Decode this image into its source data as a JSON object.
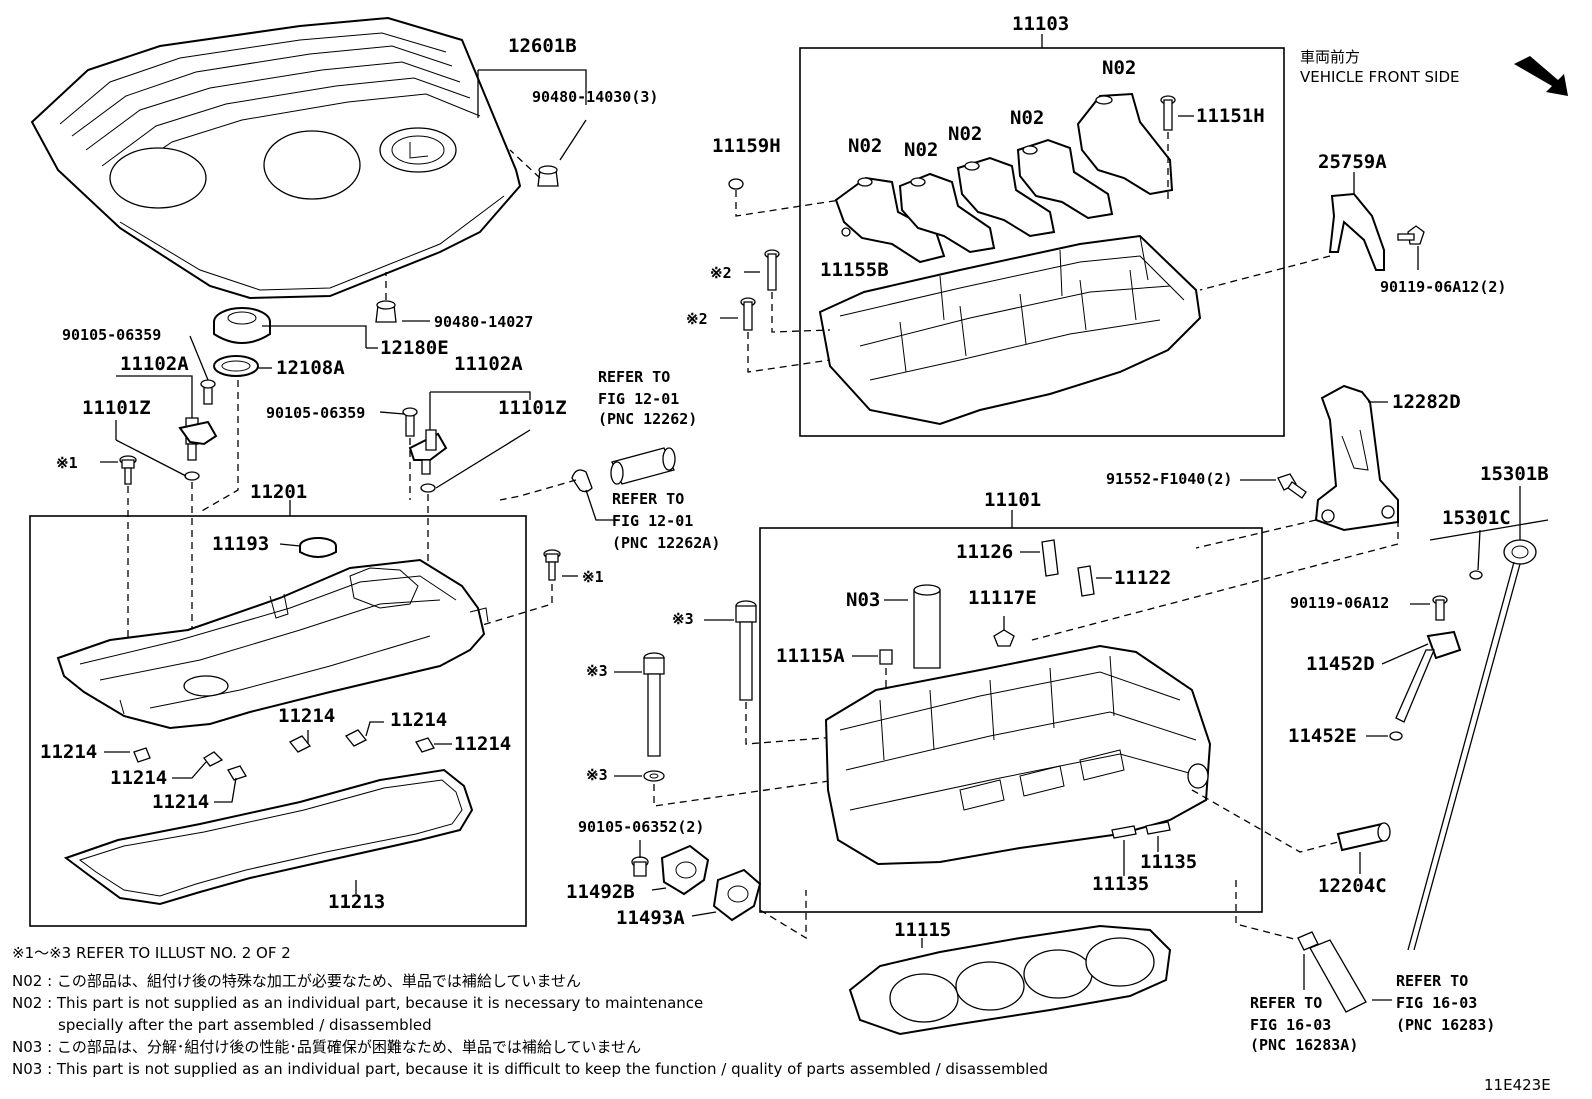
{
  "diagram": {
    "illustration_code": "11E423E",
    "orientation": {
      "japanese": "車両前方",
      "english": "VEHICLE FRONT SIDE"
    },
    "part_labels": [
      {
        "id": "12601B",
        "text": "12601B"
      },
      {
        "id": "90480-14030-3",
        "text": "90480-14030(3)"
      },
      {
        "id": "90480-14027",
        "text": "90480-14027"
      },
      {
        "id": "12180E",
        "text": "12180E"
      },
      {
        "id": "12108A",
        "text": "12108A"
      },
      {
        "id": "90105-06359-a",
        "text": "90105-06359"
      },
      {
        "id": "11102A-a",
        "text": "11102A"
      },
      {
        "id": "11101Z-a",
        "text": "11101Z"
      },
      {
        "id": "ref1-a",
        "text": "※1"
      },
      {
        "id": "11102A-b",
        "text": "11102A"
      },
      {
        "id": "90105-06359-b",
        "text": "90105-06359"
      },
      {
        "id": "11101Z-b",
        "text": "11101Z"
      },
      {
        "id": "11201",
        "text": "11201"
      },
      {
        "id": "11193",
        "text": "11193"
      },
      {
        "id": "ref1-b",
        "text": "※1"
      },
      {
        "id": "11214-a",
        "text": "11214"
      },
      {
        "id": "11214-b",
        "text": "11214"
      },
      {
        "id": "11214-c",
        "text": "11214"
      },
      {
        "id": "11214-d",
        "text": "11214"
      },
      {
        "id": "11214-e",
        "text": "11214"
      },
      {
        "id": "11214-f",
        "text": "11214"
      },
      {
        "id": "11213",
        "text": "11213"
      },
      {
        "id": "11103",
        "text": "11103"
      },
      {
        "id": "11159H",
        "text": "11159H"
      },
      {
        "id": "N02-a",
        "text": "N02"
      },
      {
        "id": "N02-b",
        "text": "N02"
      },
      {
        "id": "N02-c",
        "text": "N02"
      },
      {
        "id": "N02-d",
        "text": "N02"
      },
      {
        "id": "N02-e",
        "text": "N02"
      },
      {
        "id": "11151H",
        "text": "11151H"
      },
      {
        "id": "11155B",
        "text": "11155B"
      },
      {
        "id": "ref2-a",
        "text": "※2"
      },
      {
        "id": "ref2-b",
        "text": "※2"
      },
      {
        "id": "25759A",
        "text": "25759A"
      },
      {
        "id": "90119-06A12-2",
        "text": "90119-06A12(2)"
      },
      {
        "id": "12282D",
        "text": "12282D"
      },
      {
        "id": "91552-F1040-2",
        "text": "91552-F1040(2)"
      },
      {
        "id": "15301B",
        "text": "15301B"
      },
      {
        "id": "15301C",
        "text": "15301C"
      },
      {
        "id": "11101",
        "text": "11101"
      },
      {
        "id": "11126",
        "text": "11126"
      },
      {
        "id": "11122",
        "text": "11122"
      },
      {
        "id": "N03",
        "text": "N03"
      },
      {
        "id": "11117E",
        "text": "11117E"
      },
      {
        "id": "11115A",
        "text": "11115A"
      },
      {
        "id": "ref3-a",
        "text": "※3"
      },
      {
        "id": "ref3-b",
        "text": "※3"
      },
      {
        "id": "ref3-c",
        "text": "※3"
      },
      {
        "id": "90119-06A12",
        "text": "90119-06A12"
      },
      {
        "id": "11452D",
        "text": "11452D"
      },
      {
        "id": "11452E",
        "text": "11452E"
      },
      {
        "id": "90105-06352-2",
        "text": "90105-06352(2)"
      },
      {
        "id": "11492B",
        "text": "11492B"
      },
      {
        "id": "11493A",
        "text": "11493A"
      },
      {
        "id": "11135-a",
        "text": "11135"
      },
      {
        "id": "11135-b",
        "text": "11135"
      },
      {
        "id": "12204C",
        "text": "12204C"
      },
      {
        "id": "11115",
        "text": "11115"
      }
    ],
    "references": [
      {
        "id": "fig12-01-12262",
        "line1": "REFER TO",
        "line2": "FIG 12-01",
        "line3": "(PNC 12262)"
      },
      {
        "id": "fig12-01-12262A",
        "line1": "REFER TO",
        "line2": "FIG 12-01",
        "line3": "(PNC 12262A)"
      },
      {
        "id": "fig16-03-16283A",
        "line1": "REFER TO",
        "line2": "FIG 16-03",
        "line3": "(PNC 16283A)"
      },
      {
        "id": "fig16-03-16283",
        "line1": "REFER TO",
        "line2": "FIG 16-03",
        "line3": "(PNC 16283)"
      }
    ],
    "notes": {
      "refer_illust": "※1～※3  REFER TO ILLUST NO. 2 OF 2",
      "n02_jp": "N02 : この部品は、組付け後の特殊な加工が必要なため、単品では補給していません",
      "n02_en_1": "N02 : This part is not supplied as an individual part, because it is necessary to maintenance",
      "n02_en_2": "specially after the part assembled / disassembled",
      "n03_jp": "N03 : この部品は、分解･組付け後の性能･品質確保が困難なため、単品では補給していません",
      "n03_en": "N03 : This part is not supplied as an individual part, because it is difficult to keep the function / quality of parts  assembled / disassembled"
    }
  }
}
